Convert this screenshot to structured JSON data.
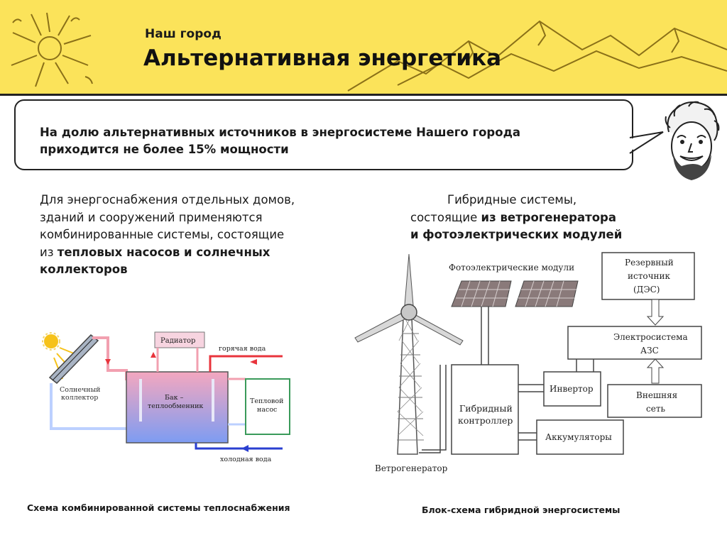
{
  "header": {
    "kicker": "Наш город",
    "title": "Альтернативная энергетика"
  },
  "callout": {
    "line1": "На долю альтернативных источников в энергосистеме Нашего города",
    "line2": "приходится не более 15% мощности"
  },
  "left_text": {
    "line1": "Для энергоснабжения отдельных домов,",
    "line2": "зданий и сооружений применяются",
    "line3": "комбинированные системы, состоящие",
    "line4_plain": "из ",
    "line4_bold": "тепловых насосов и солнечных",
    "line5_bold": "коллекторов"
  },
  "right_text": {
    "line1": "Гибридные системы,",
    "line2_plain": "состоящие ",
    "line2_bold": "из ветрогенератора",
    "line3_bold": "и фотоэлектрических модулей"
  },
  "heat_diagram": {
    "radiator": "Радиатор",
    "hot_water": "горячая вода",
    "cold_water": "холодная вода",
    "collector_l1": "Солнечный",
    "collector_l2": "коллектор",
    "tank_l1": "Бак –",
    "tank_l2": "теплообменник",
    "pump_l1": "Тепловой",
    "pump_l2": "насос",
    "caption": "Схема комбинированной системы теплоснабжения",
    "colors": {
      "hot": "#e8343c",
      "cold": "#2a3fd0",
      "tank_top": "#f2a0b8",
      "tank_bottom": "#7f9ff0",
      "sun": "#f6c21a"
    }
  },
  "hybrid_diagram": {
    "pv_modules": "Фотоэлектрические модули",
    "reserve_l1": "Резервный",
    "reserve_l2": "источник",
    "reserve_l3": "(ДЭС)",
    "grid_system_l1": "Электросистема",
    "grid_system_l2": "АЗС",
    "inverter": "Инвертор",
    "external_l1": "Внешняя",
    "external_l2": "сеть",
    "controller_l1": "Гибридный",
    "controller_l2": "контроллер",
    "batteries": "Аккумуляторы",
    "wind": "Ветрогенератор",
    "caption": "Блок-схема гибридной энергосистемы"
  }
}
